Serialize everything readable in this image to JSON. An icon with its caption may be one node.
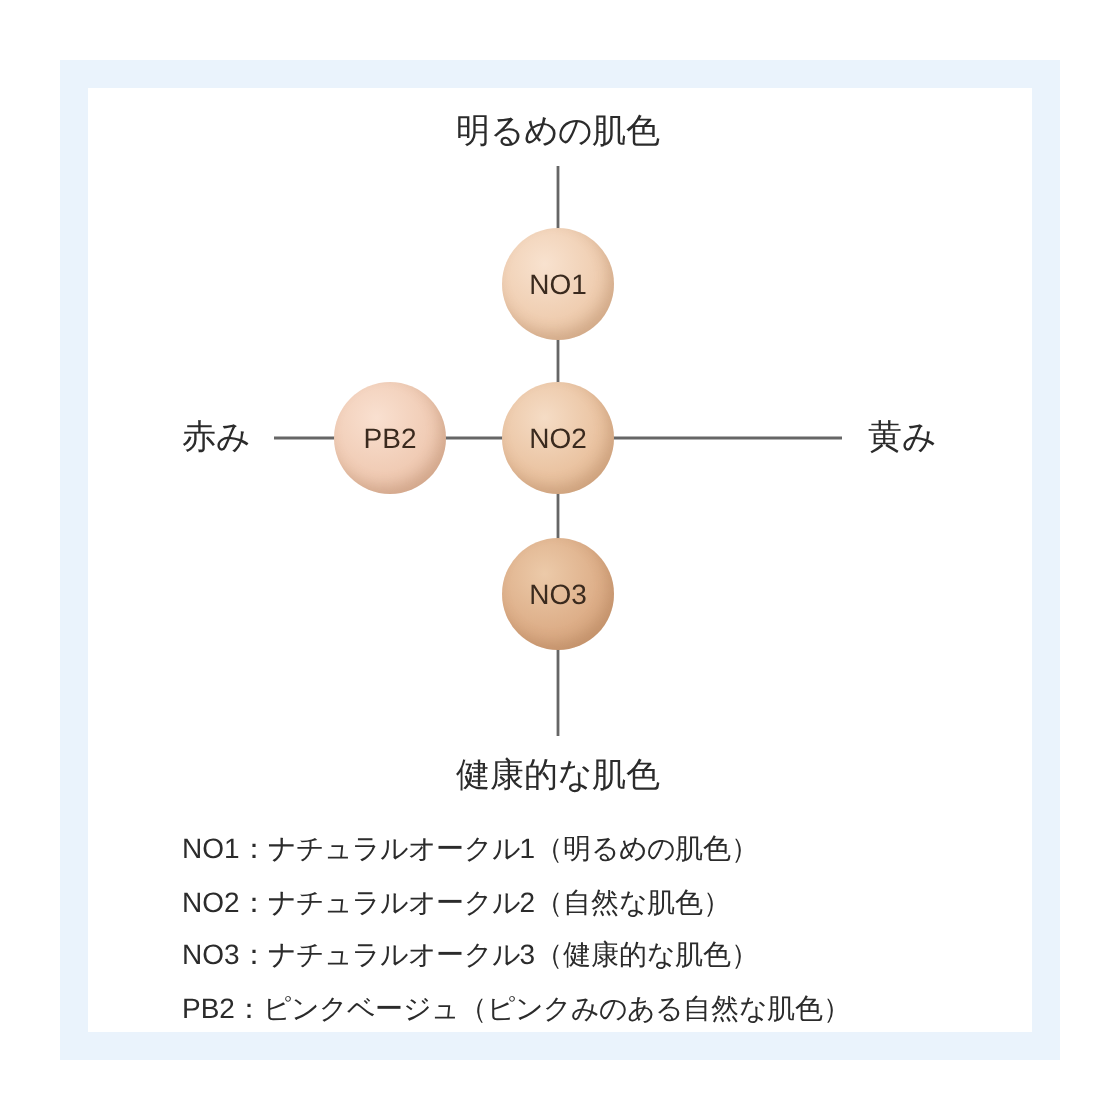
{
  "diagram": {
    "nodes": [
      {
        "text": [
          "NO1"
        ]
      },
      {
        "text": [
          "PB2"
        ]
      },
      {
        "text": [
          "NO2"
        ]
      },
      {
        "text": [
          "NO3"
        ]
      }
    ],
    "labels": [
      "明るめの肌色",
      "赤み",
      "黄み",
      "健康的な肌色",
      "NO1：ナチュラルオークル1（明るめの肌色）",
      "NO2：ナチュラルオークル2（自然な肌色）",
      "NO3：ナチュラルオークル3（健康的な肌色）",
      "PB2：ピンクベージュ（ピンクみのある自然な肌色）"
    ]
  }
}
